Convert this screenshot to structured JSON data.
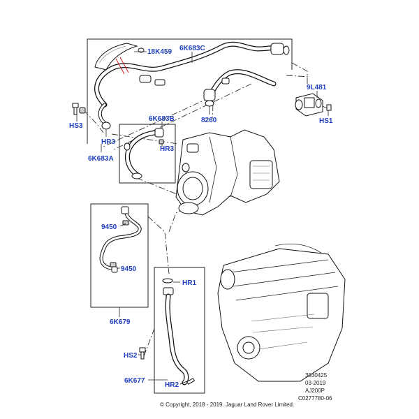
{
  "callouts": {
    "c18K459": "18K459",
    "c6K683C": "6K683C",
    "c9L481": "9L481",
    "cHS3": "HS3",
    "c8260": "8260",
    "cHS1": "HS1",
    "c6K683B": "6K683B",
    "cHR3a": "HR3",
    "cHR3b": "HR3",
    "c6K683A": "6K683A",
    "c9450a": "9450",
    "c9450b": "9450",
    "c6K679": "6K679",
    "cHR1": "HR1",
    "cHS2": "HS2",
    "c6K677": "6K677",
    "cHR2": "HR2"
  },
  "meta": {
    "line1": "3030425",
    "line2": "03-2019",
    "line3": "AJ200P",
    "line4": "C0277780-06"
  },
  "copyright": "© Copyright, 2018 - 2019. Jaguar Land Rover Limited.",
  "colors": {
    "callout": "#1f3fbf",
    "line": "#222222",
    "accent_red": "#d01010"
  },
  "icons": [
    "turbocharger-illustration",
    "engine-illustration",
    "bolt-icon",
    "hose-clamp-icon"
  ]
}
